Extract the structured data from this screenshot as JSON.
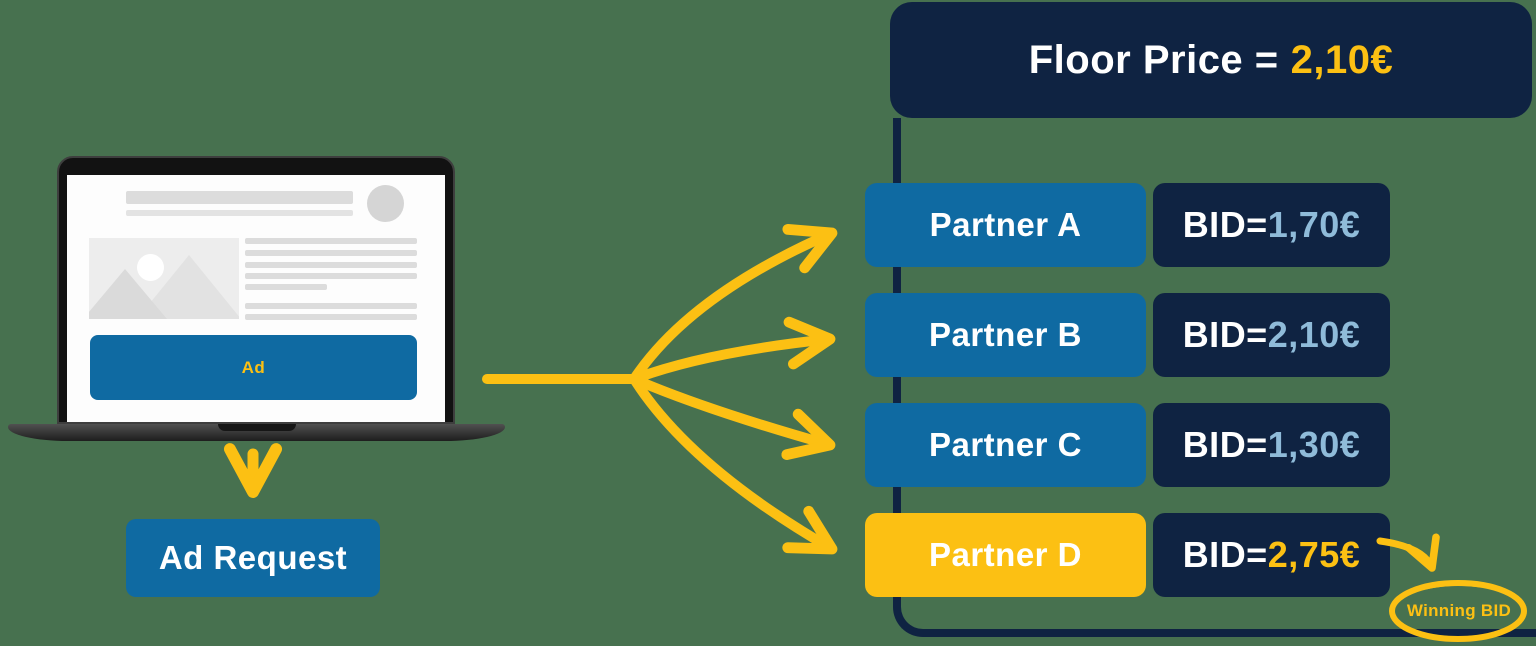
{
  "diagram": {
    "background_color": "#47714f",
    "accent_yellow": "#fcc013",
    "brand_blue": "#0f6aa2",
    "dark_navy": "#0f2342",
    "bid_value_blue": "#8fbbd9"
  },
  "browser_mock": {
    "ad_label": "Ad"
  },
  "ad_request": {
    "label": "Ad Request"
  },
  "floor_price": {
    "label": "Floor Price =",
    "value": "2,10€"
  },
  "partners": [
    {
      "name": "Partner A",
      "bid_label": "BID=",
      "bid_value": "1,70€",
      "highlight": false
    },
    {
      "name": "Partner B",
      "bid_label": "BID=",
      "bid_value": "2,10€",
      "highlight": false
    },
    {
      "name": "Partner C",
      "bid_label": "BID=",
      "bid_value": "1,30€",
      "highlight": false
    },
    {
      "name": "Partner D",
      "bid_label": "BID=",
      "bid_value": "2,75€",
      "highlight": true
    }
  ],
  "winning_bid": {
    "label": "Winning BID"
  }
}
